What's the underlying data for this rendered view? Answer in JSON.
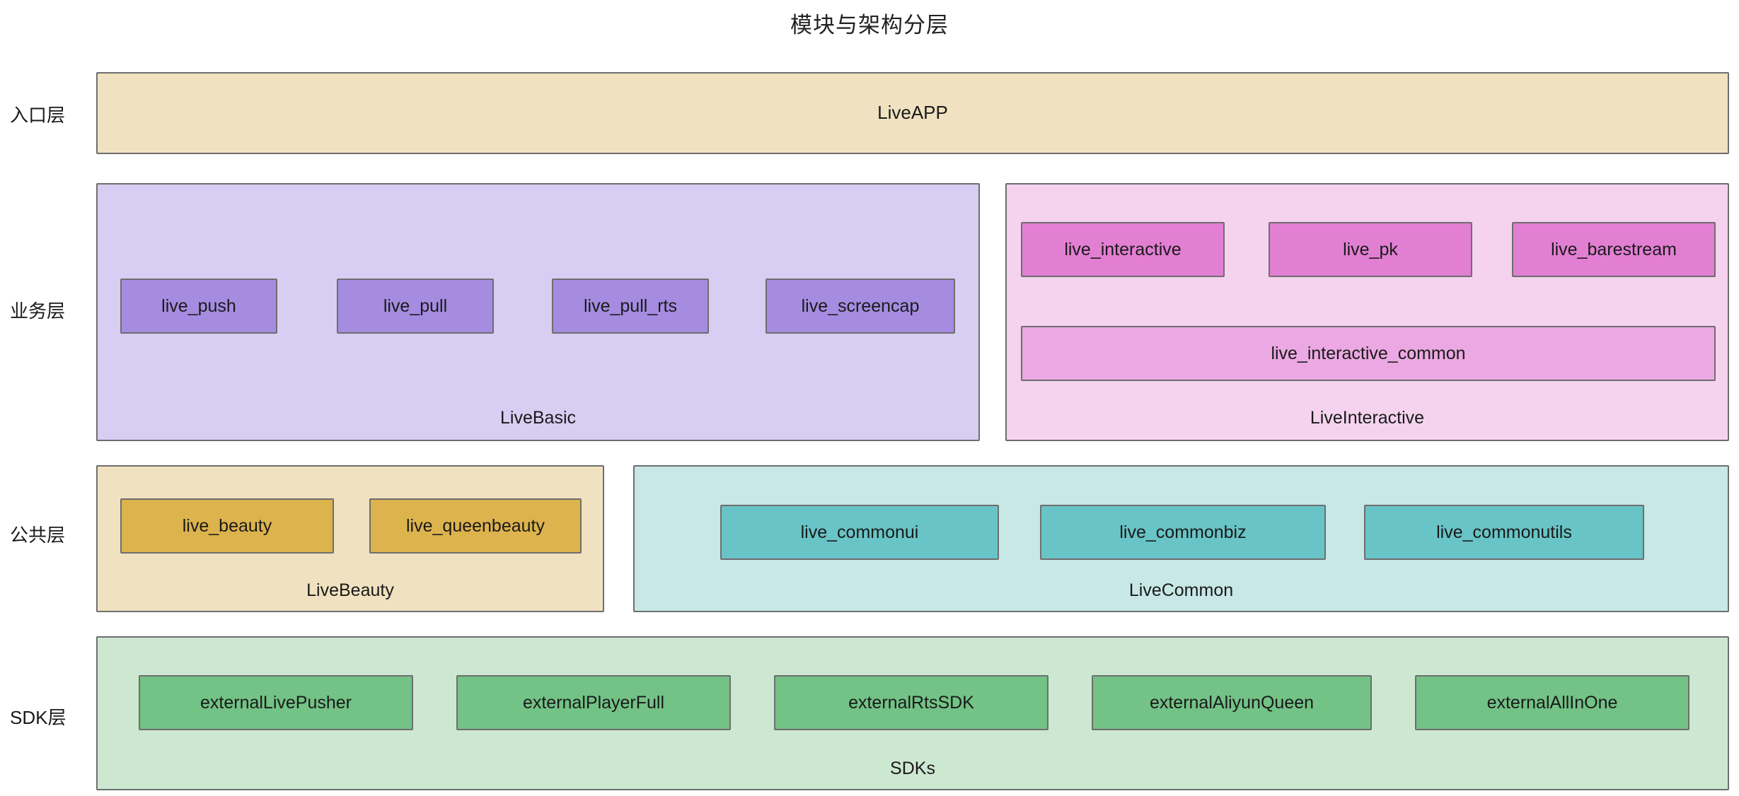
{
  "title": "模块与架构分层",
  "rows": [
    {
      "key": "entry",
      "label": "入口层"
    },
    {
      "key": "business",
      "label": "业务层"
    },
    {
      "key": "common",
      "label": "公共层"
    },
    {
      "key": "sdk",
      "label": "SDK层"
    }
  ],
  "colors": {
    "border": "#6e6e6e",
    "app_fill": "#F0E2C0",
    "livebasic_bg": "#D8CDF2",
    "livebasic_module": "#A58CE0",
    "liveinteractive_bg": "#F5D3EF",
    "liveinteractive_module": "#E27FD3",
    "liveinteractive_common_module": "#EBA8E2",
    "livebeauty_bg": "#F0E2C0",
    "livebeauty_module": "#DDB34E",
    "livecommon_bg": "#C7E8E6",
    "livecommon_module": "#68C4C6",
    "sdks_bg": "#CDE8D1",
    "sdks_module": "#73C286"
  },
  "entry_layer": {
    "app_box_label": "LiveAPP"
  },
  "business_layer": {
    "groups": [
      {
        "caption": "LiveBasic",
        "modules": [
          {
            "label": "live_push"
          },
          {
            "label": "live_pull"
          },
          {
            "label": "live_pull_rts"
          },
          {
            "label": "live_screencap"
          }
        ]
      },
      {
        "caption": "LiveInteractive",
        "modules": [
          {
            "label": "live_interactive"
          },
          {
            "label": "live_pk"
          },
          {
            "label": "live_barestream"
          }
        ],
        "wide_modules": [
          {
            "label": "live_interactive_common"
          }
        ]
      }
    ]
  },
  "common_layer": {
    "groups": [
      {
        "caption": "LiveBeauty",
        "modules": [
          {
            "label": "live_beauty"
          },
          {
            "label": "live_queenbeauty"
          }
        ]
      },
      {
        "caption": "LiveCommon",
        "modules": [
          {
            "label": "live_commonui"
          },
          {
            "label": "live_commonbiz"
          },
          {
            "label": "live_commonutils"
          }
        ]
      }
    ]
  },
  "sdk_layer": {
    "groups": [
      {
        "caption": "SDKs",
        "modules": [
          {
            "label": "externalLivePusher"
          },
          {
            "label": "externalPlayerFull"
          },
          {
            "label": "externalRtsSDK"
          },
          {
            "label": "externalAliyunQueen"
          },
          {
            "label": "externalAllInOne"
          }
        ]
      }
    ]
  }
}
